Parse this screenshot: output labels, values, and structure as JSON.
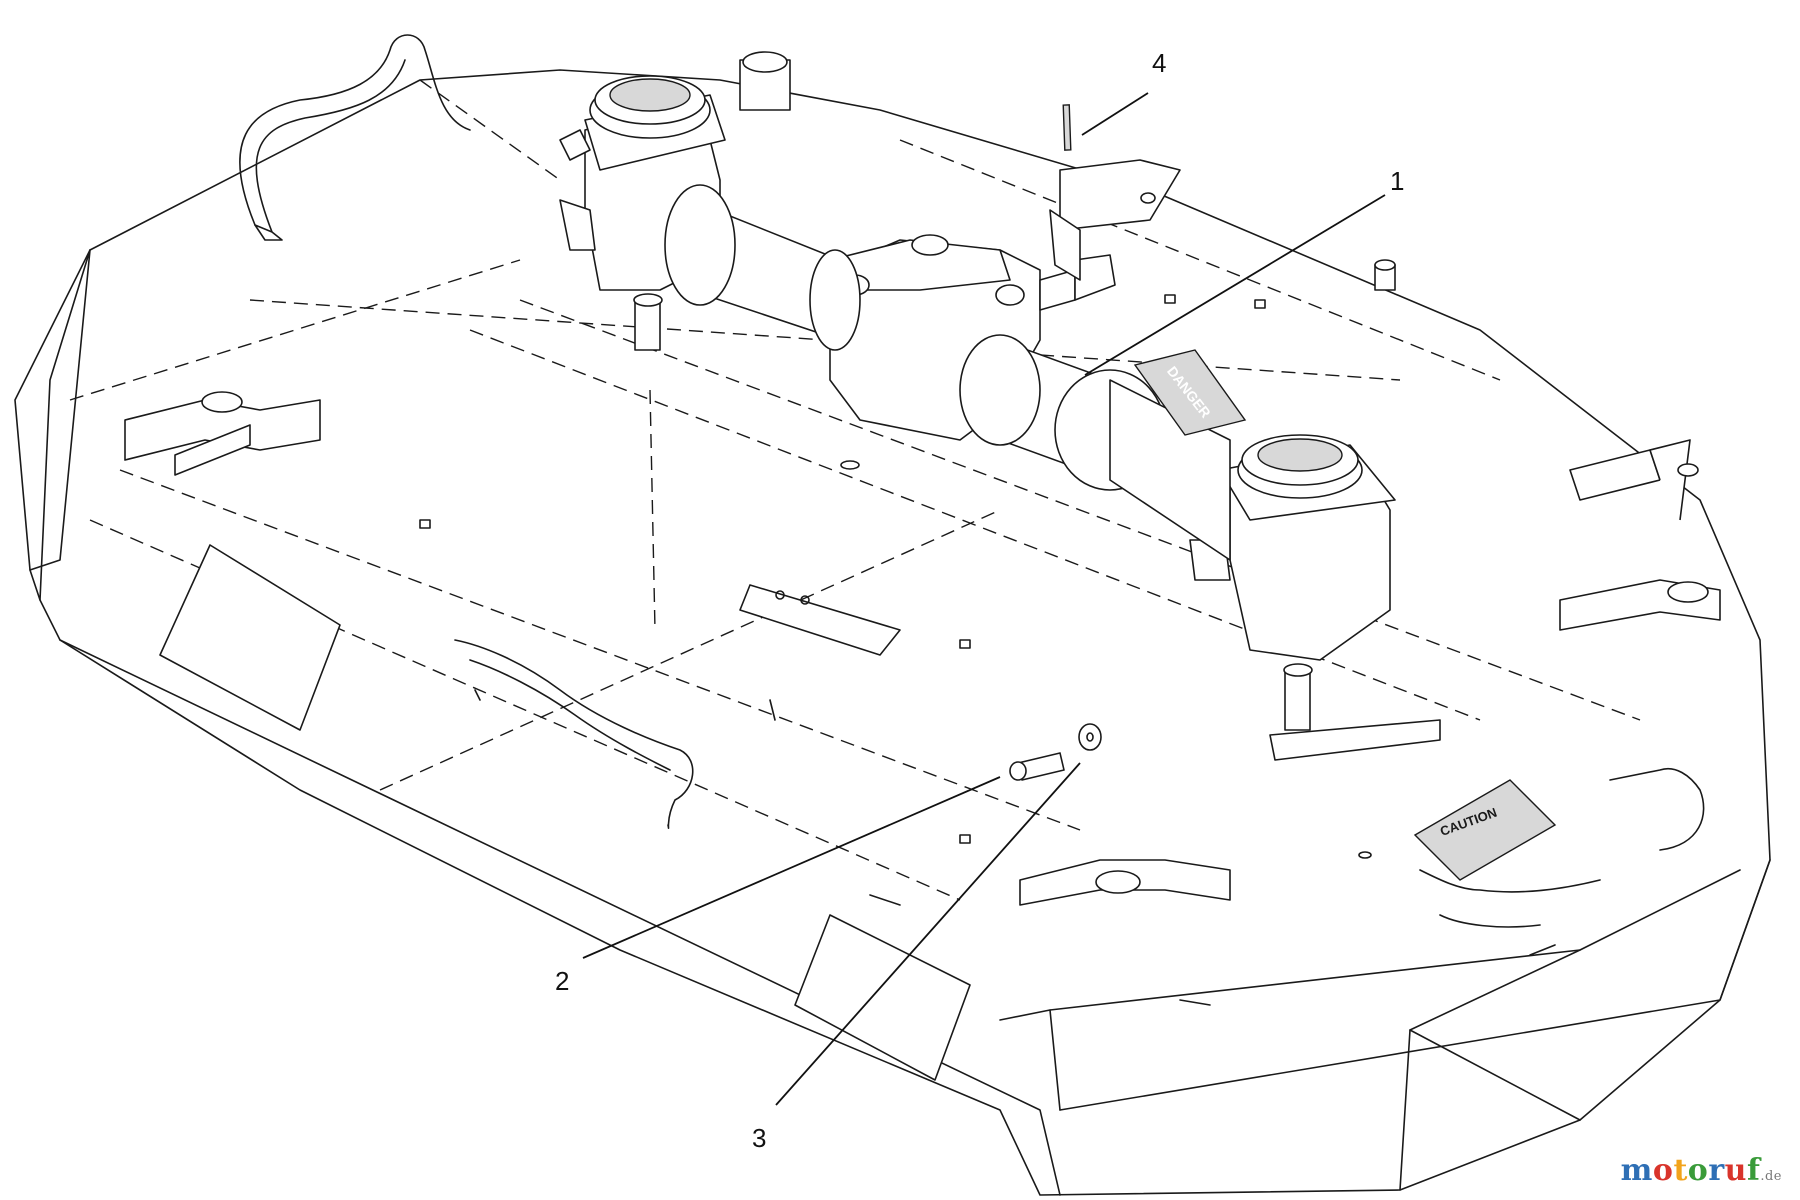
{
  "callouts": [
    {
      "id": "1",
      "label": "1"
    },
    {
      "id": "2",
      "label": "2"
    },
    {
      "id": "3",
      "label": "3"
    },
    {
      "id": "4",
      "label": "4"
    }
  ],
  "decals": {
    "danger": "DANGER",
    "caution": "CAUTION"
  },
  "watermark": {
    "brand_letters": [
      "m",
      "o",
      "t",
      "o",
      "r",
      "u",
      "f"
    ],
    "brand_colors": [
      "#2e6fb5",
      "#d9342b",
      "#f2a31b",
      "#3a9b3a",
      "#2e6fb5",
      "#d9342b",
      "#3a9b3a"
    ],
    "tld": ".de"
  }
}
